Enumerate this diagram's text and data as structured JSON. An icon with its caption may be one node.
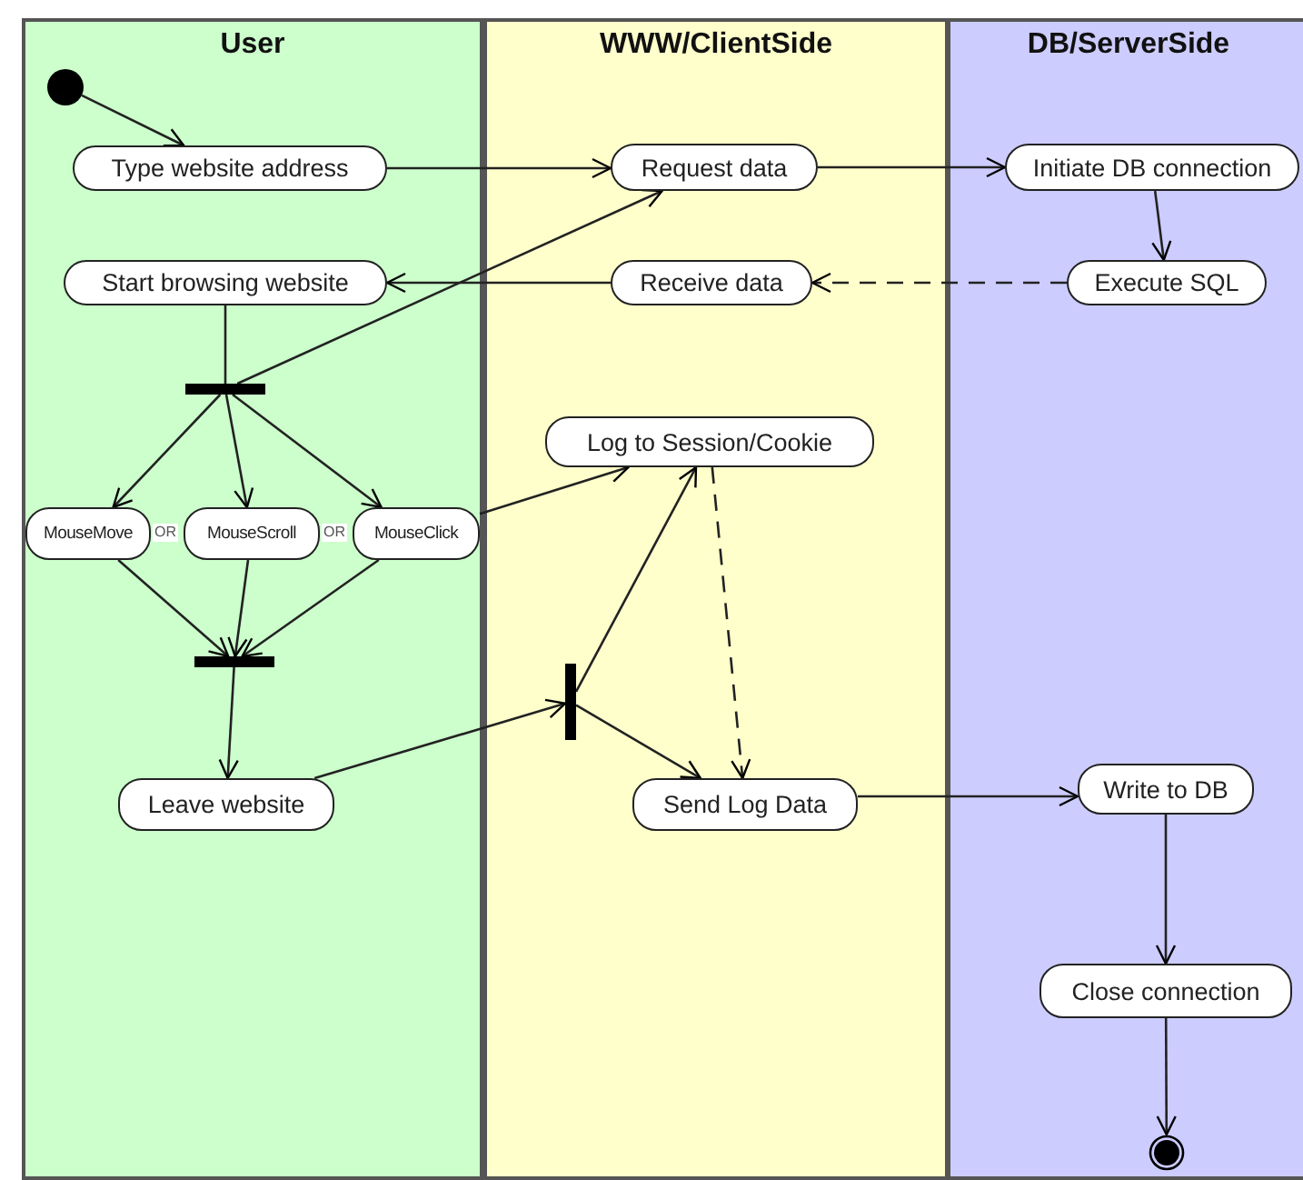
{
  "diagram": {
    "nodes": [
      {
        "text": [
          "User"
        ]
      },
      {
        "text": [
          "WWW/ClientSide"
        ]
      },
      {
        "text": [
          "DB/ServerSide"
        ]
      },
      {
        "text": [],
        "shape": "circle",
        "in": 0
      },
      {
        "text": [
          "Type website address"
        ],
        "in": 0
      },
      {
        "text": [
          "Start browsing website"
        ],
        "in": 0
      },
      {
        "text": [],
        "shape": "bar",
        "in": 0
      },
      {
        "text": [
          "MouseMove"
        ],
        "in": 0
      },
      {
        "text": [
          "MouseScroll"
        ],
        "in": 0
      },
      {
        "text": [
          "MouseClick"
        ],
        "in": 0
      },
      {
        "text": [],
        "shape": "bar",
        "in": 0
      },
      {
        "text": [
          "Leave website"
        ],
        "in": 0
      },
      {
        "text": [
          "Request data"
        ],
        "in": 1
      },
      {
        "text": [
          "Receive data"
        ],
        "in": 1
      },
      {
        "text": [
          "Log to Session/Cookie"
        ],
        "in": 1
      },
      {
        "text": [],
        "shape": "bar",
        "in": 1
      },
      {
        "text": [
          "Send Log Data"
        ],
        "in": 1
      },
      {
        "text": [
          "Initiate DB connection"
        ],
        "in": 2
      },
      {
        "text": [
          "Execute SQL"
        ],
        "in": 2
      },
      {
        "text": [
          "Write to DB"
        ],
        "in": 2
      },
      {
        "text": [
          "Close connection"
        ],
        "in": 2
      },
      {
        "text": [],
        "shape": "circle",
        "in": 2
      }
    ],
    "edges": [
      {
        "from": 3,
        "to": 4,
        "arrow": "to"
      },
      {
        "from": 4,
        "to": 12,
        "arrow": "to"
      },
      {
        "from": 12,
        "to": 17,
        "arrow": "to"
      },
      {
        "from": 17,
        "to": 18,
        "arrow": "to"
      },
      {
        "from": 18,
        "to": 13,
        "arrow": "to",
        "style": "dashed"
      },
      {
        "from": 13,
        "to": 5,
        "arrow": "to"
      },
      {
        "from": 5,
        "to": 6,
        "arrow": "none"
      },
      {
        "from": 6,
        "to": 12,
        "arrow": "to"
      },
      {
        "from": 6,
        "to": 7,
        "arrow": "to"
      },
      {
        "from": 6,
        "to": 8,
        "arrow": "to"
      },
      {
        "from": 6,
        "to": 9,
        "arrow": "to"
      },
      {
        "from": 7,
        "to": 10,
        "arrow": "to"
      },
      {
        "from": 8,
        "to": 10,
        "arrow": "to"
      },
      {
        "from": 9,
        "to": 10,
        "arrow": "to"
      },
      {
        "from": 10,
        "to": 11,
        "arrow": "to"
      },
      {
        "from": 9,
        "to": 14,
        "arrow": "to"
      },
      {
        "from": 11,
        "to": 15,
        "arrow": "to"
      },
      {
        "from": 15,
        "to": 14,
        "arrow": "to"
      },
      {
        "from": 15,
        "to": 16,
        "arrow": "to"
      },
      {
        "from": 14,
        "to": 16,
        "arrow": "to",
        "style": "dashed"
      },
      {
        "from": 16,
        "to": 19,
        "arrow": "to"
      },
      {
        "from": 19,
        "to": 20,
        "arrow": "to"
      },
      {
        "from": 20,
        "to": 21,
        "arrow": "to"
      }
    ],
    "labels": [
      "OR",
      "OR"
    ]
  }
}
